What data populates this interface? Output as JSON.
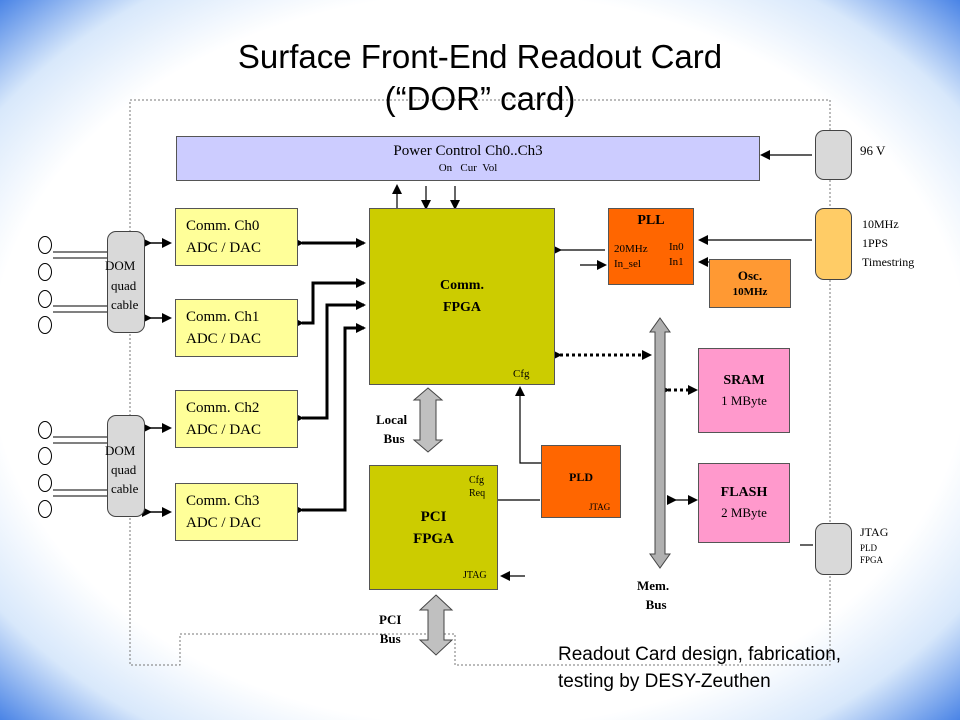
{
  "title": {
    "line1": "Surface Front-End Readout Card",
    "line2": "(“DOR” card)"
  },
  "power": {
    "label": "Power Control Ch0..Ch3",
    "sub": "On   Cur  Vol"
  },
  "channels": [
    {
      "line1": "Comm. Ch0",
      "line2": "ADC / DAC"
    },
    {
      "line1": "Comm. Ch1",
      "line2": "ADC / DAC"
    },
    {
      "line1": "Comm. Ch2",
      "line2": "ADC / DAC"
    },
    {
      "line1": "Comm. Ch3",
      "line2": "ADC / DAC"
    }
  ],
  "dom": [
    {
      "l1": "DOM",
      "l2": "quad",
      "l3": "cable"
    },
    {
      "l1": "DOM",
      "l2": "quad",
      "l3": "cable"
    }
  ],
  "comm_fpga": {
    "line1": "Comm.",
    "line2": "FPGA",
    "cfg": "Cfg"
  },
  "pci_fpga": {
    "line1": "PCI",
    "line2": "FPGA",
    "cfg": "Cfg",
    "req": "Req",
    "jtag": "JTAG"
  },
  "pll": {
    "title": "PLL",
    "p1": "20MHz",
    "p2": "In_sel",
    "in0": "In0",
    "in1": "In1"
  },
  "osc": {
    "line1": "Osc.",
    "line2": "10MHz"
  },
  "sram": {
    "line1": "SRAM",
    "line2": "1 MByte"
  },
  "flash": {
    "line1": "FLASH",
    "line2": "2 MByte"
  },
  "pld": {
    "label": "PLD",
    "jtag": "JTAG"
  },
  "local_bus": {
    "line1": "Local",
    "line2": "Bus"
  },
  "pci_bus": {
    "line1": "PCI",
    "line2": "Bus"
  },
  "mem_bus": {
    "line1": "Mem.",
    "line2": "Bus"
  },
  "right": {
    "v96": "96 V",
    "clk1": "10MHz",
    "clk2": "1PPS",
    "clk3": "Timestring",
    "jtag": "JTAG",
    "jtag_pld": "PLD",
    "jtag_fpga": "FPGA"
  },
  "footer": {
    "line1": "Readout Card design, fabrication,",
    "line2": "testing by DESY-Zeuthen"
  },
  "colors": {
    "power": "#ccccff",
    "channel": "#ffff99",
    "fpga": "#cccc00",
    "pll": "#ff6600",
    "osc": "#ff9933",
    "memory": "#ff99cc",
    "connector": "#d9d9d9",
    "clock_connector": "#ffcc66"
  }
}
